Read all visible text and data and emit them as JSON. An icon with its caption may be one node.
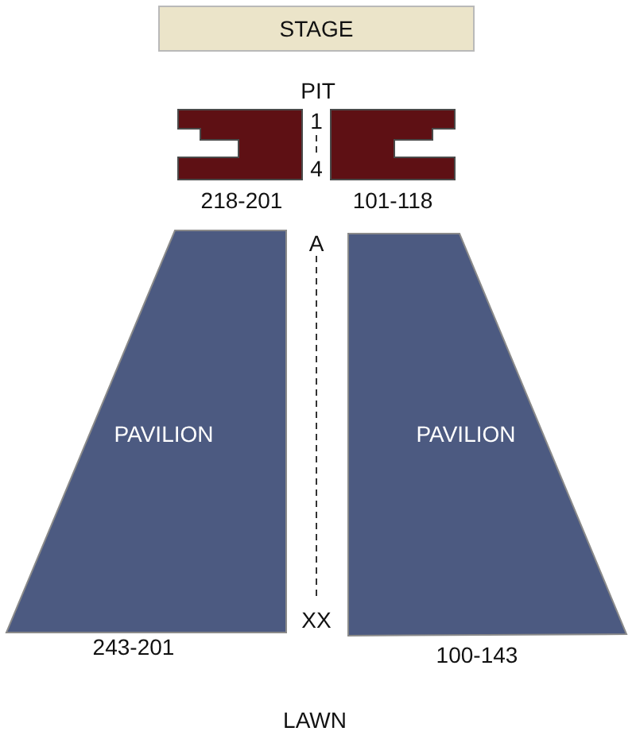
{
  "diagram": {
    "nodes": [
      {
        "text": [
          "STAGE"
        ]
      },
      {
        "text": [],
        "shape": "box"
      },
      {
        "text": [],
        "shape": "box"
      },
      {
        "text": [
          "PAVILION"
        ],
        "beside": [
          "243-201"
        ]
      },
      {
        "text": [
          "PAVILION"
        ],
        "beside": [
          "100-143"
        ]
      }
    ],
    "labels": [
      "PIT",
      "1",
      "4",
      "218-201",
      "101-118",
      "A",
      "XX",
      "LAWN"
    ]
  }
}
